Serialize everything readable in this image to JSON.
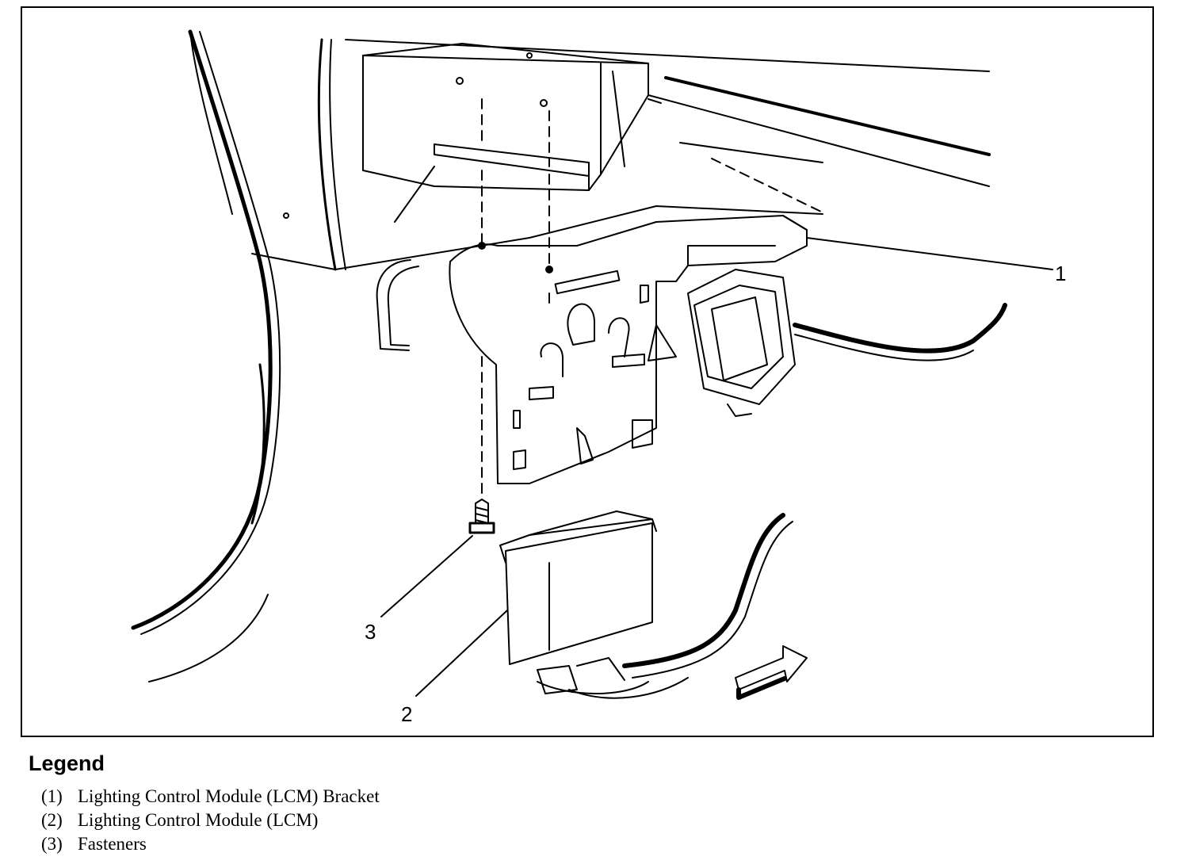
{
  "callouts": {
    "c1": "1",
    "c2": "2",
    "c3": "3"
  },
  "legend": {
    "title": "Legend",
    "items": [
      {
        "num": "(1)",
        "text": "Lighting Control Module (LCM) Bracket"
      },
      {
        "num": "(2)",
        "text": "Lighting Control Module (LCM)"
      },
      {
        "num": "(3)",
        "text": "Fasteners"
      }
    ]
  }
}
